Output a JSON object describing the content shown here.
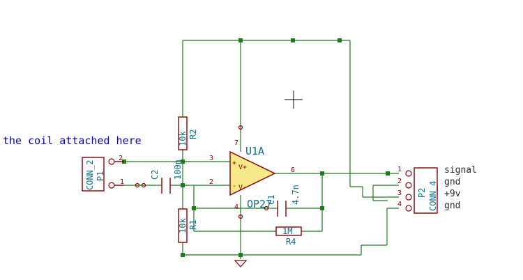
{
  "annotation": "the coil attached here",
  "opamp": {
    "ref": "U1A",
    "value": "OP27",
    "pin_plus": "3",
    "pin_minus": "2",
    "pin_out": "6",
    "pin_vplus": "7",
    "pin_vminus": "4",
    "sym_plus": "+",
    "sym_minus": "-",
    "label_vplus": "V+",
    "label_vminus": "V-"
  },
  "r2": {
    "ref": "R2",
    "value": "10k"
  },
  "r1": {
    "ref": "R1",
    "value": "10k"
  },
  "r4": {
    "ref": "R4",
    "value": "1M"
  },
  "c2": {
    "ref": "C2",
    "value": "100n"
  },
  "c1": {
    "ref": "C1",
    "value": "4.7n"
  },
  "p1": {
    "ref": "P1",
    "value": "CONN_2",
    "pin1": "1",
    "pin2": "2"
  },
  "p2": {
    "ref": "P2",
    "value": "CONN_4",
    "pin1": "1",
    "pin2": "2",
    "pin3": "3",
    "pin4": "4"
  },
  "nets": {
    "signal": "signal",
    "gnd1": "gnd",
    "v9": "+9v",
    "gnd2": "gnd"
  },
  "colors": {
    "wire": "#1f7a1f",
    "component": "#8b0000",
    "reference": "#0a6f8a",
    "note": "#0000c8",
    "opamp_fill": "#f5e98a"
  }
}
